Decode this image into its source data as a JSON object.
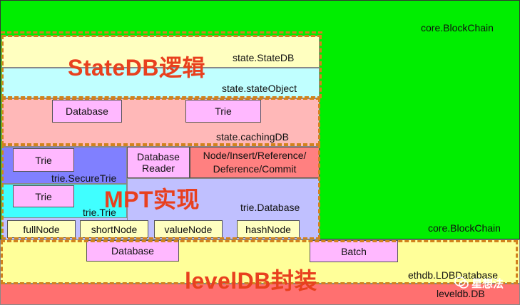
{
  "layers": {
    "blockchain_top": "core.BlockChain",
    "blockchain_bottom": "core.BlockChain",
    "statedb": "state.StateDB",
    "stateobject": "state.stateObject",
    "cachingdb": "state.cachingDB",
    "securetrie": "trie.SecureTrie",
    "trie_trie": "trie.Trie",
    "trie_database": "trie.Database",
    "ldbdatabase": "ethdb.LDBDatabase",
    "leveldb": "leveldb.DB"
  },
  "boxes": {
    "caching_database": "Database",
    "caching_trie": "Trie",
    "secure_trie": "Trie",
    "database_reader": "Database Reader",
    "node_ops": "Node/Insert/Reference/ Deference/Commit",
    "trie_trie_inner": "Trie",
    "full_node": "fullNode",
    "short_node": "shortNode",
    "value_node": "valueNode",
    "hash_node": "hashNode",
    "ldb_database": "Database",
    "ldb_batch": "Batch"
  },
  "headings": {
    "statedb_logic": "StateDB逻辑",
    "mpt_impl": "MPT实现",
    "leveldb_wrap": "levelDB封装"
  },
  "watermark": "星想法",
  "colors": {
    "blockchain_green": "#00ee00",
    "statedb_yellow": "#ffffc0",
    "stateobject_cyan": "#c0ffff",
    "caching_pink": "#ffb8b8",
    "box_violet": "#ffb8ff",
    "securetrie_blue": "#8080ff",
    "trie_cyan": "#40ffff",
    "triedb_lavender": "#c0c0ff",
    "node_ops_red": "#ff8080",
    "node_yellow": "#ffffc0",
    "ldb_yellow": "#ffff99",
    "leveldb_red": "#ff7070",
    "heading_red": "#e8401e",
    "dash_orange": "#d2821e"
  }
}
